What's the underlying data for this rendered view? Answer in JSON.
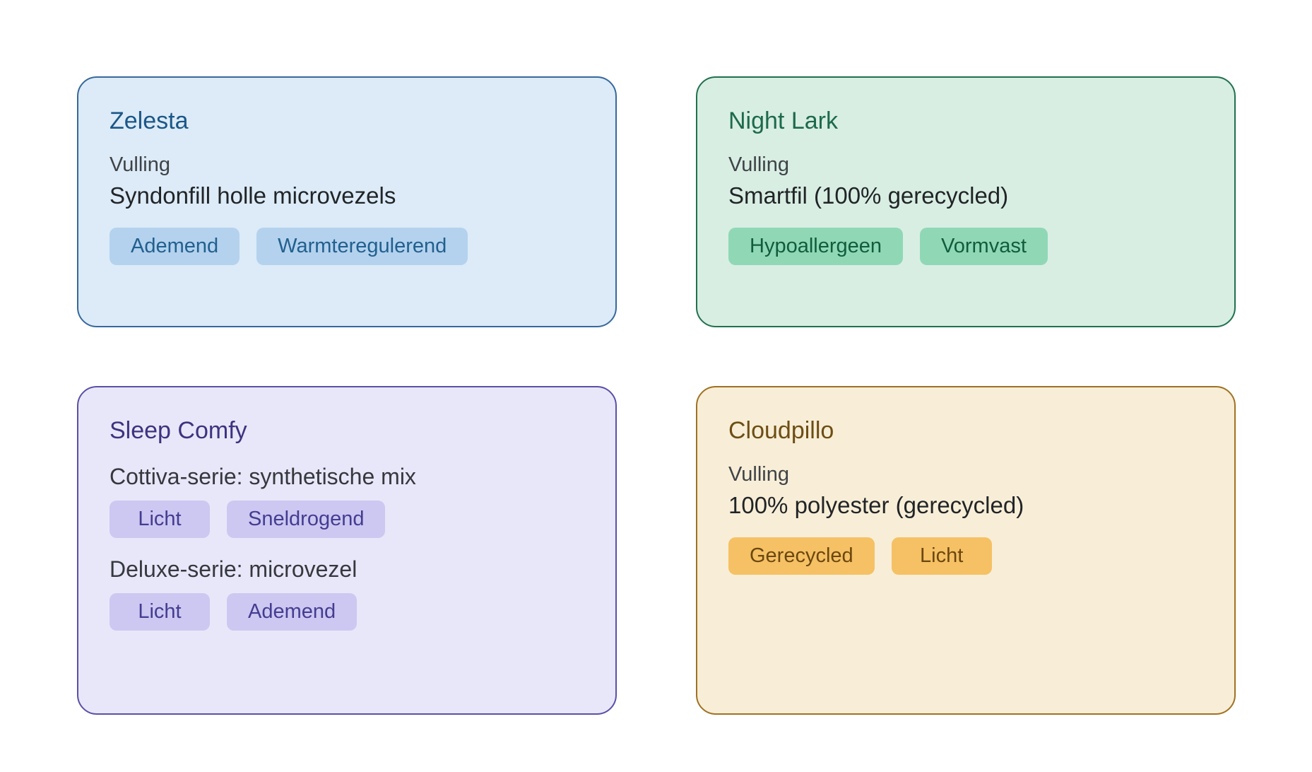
{
  "page": {
    "background": "#ffffff"
  },
  "text_colors": {
    "label": "#3f4347",
    "value": "#212427",
    "section_label": "#35383d"
  },
  "cards": [
    {
      "title": "Zelesta",
      "label": "Vulling",
      "value": "Syndonfill holle microvezels",
      "tags": [
        "Ademend",
        "Warmteregulerend"
      ],
      "theme": {
        "bg": "#dcebf7",
        "border": "#36699c",
        "title": "#1b5688",
        "tag_bg": "#b4d2ee",
        "tag_text": "#21608f"
      }
    },
    {
      "title": "Night Lark",
      "label": "Vulling",
      "value": "Smartfil (100% gerecycled)",
      "tags": [
        "Hypoallergeen",
        "Vormvast"
      ],
      "theme": {
        "bg": "#d8eee3",
        "border": "#20714d",
        "title": "#1d6a4b",
        "tag_bg": "#90d8b5",
        "tag_text": "#115c3d"
      }
    },
    {
      "title": "Sleep Comfy",
      "sections": [
        {
          "label": "Cottiva-serie: synthetische mix",
          "tags": [
            "Licht",
            "Sneldrogend"
          ]
        },
        {
          "label": "Deluxe-serie: microvezel",
          "tags": [
            "Licht",
            "Ademend"
          ]
        }
      ],
      "theme": {
        "bg": "#e8e7f9",
        "border": "#5a50a8",
        "title": "#3d3380",
        "tag_bg": "#ccc8f1",
        "tag_text": "#453c92"
      }
    },
    {
      "title": "Cloudpillo",
      "label": "Vulling",
      "value": "100% polyester (gerecycled)",
      "tags": [
        "Gerecycled",
        "Licht"
      ],
      "theme": {
        "bg": "#f8eed7",
        "border": "#a07122",
        "title": "#6d4e14",
        "tag_bg": "#f6c164",
        "tag_text": "#6b470f"
      }
    }
  ]
}
